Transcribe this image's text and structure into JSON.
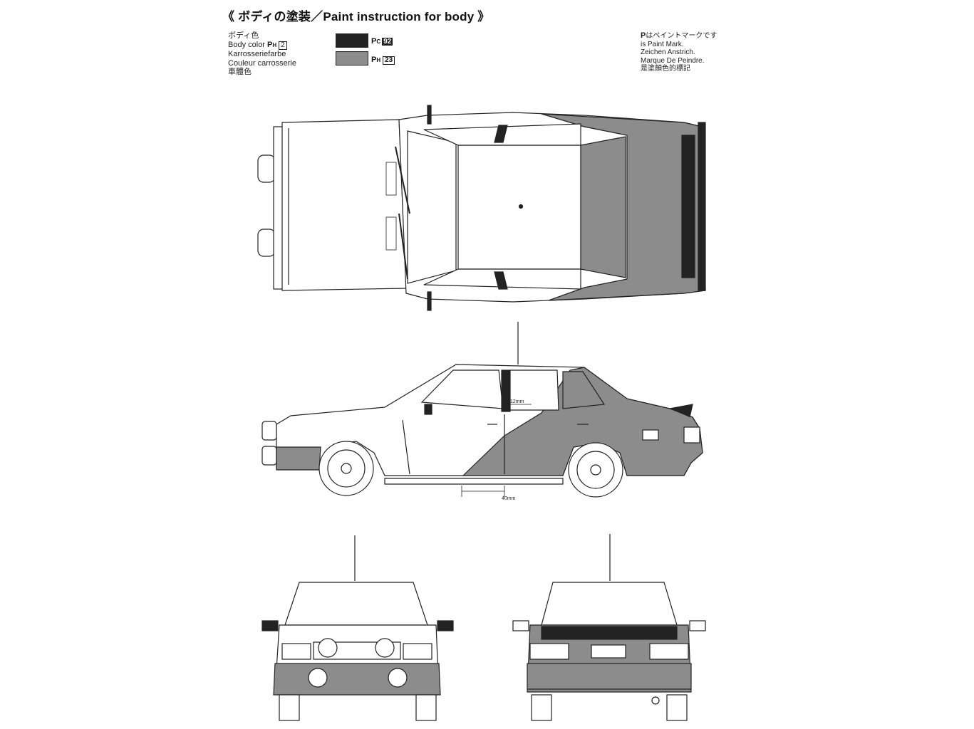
{
  "title": "《 ボディの塗装／Paint instruction for body 》",
  "body_color": {
    "labels": [
      "ボディ色",
      "Body color",
      "Karrosseriefarbe",
      "Couleur carrosserie",
      "車體色"
    ],
    "paint_code": "2"
  },
  "swatches": [
    {
      "color": "#232323",
      "code": "92",
      "code_prefix": "C"
    },
    {
      "color": "#8c8c8c",
      "code": "23",
      "code_prefix": "H"
    }
  ],
  "paint_mark": {
    "lines": [
      "はペイントマークです",
      "is Paint Mark.",
      "Zeichen Anstrich.",
      "Marque De Peindre.",
      "是塗顏色的標記"
    ]
  },
  "dimensions": {
    "side_stripe_top": "12mm",
    "side_stripe_bottom": "40mm"
  },
  "colors": {
    "outline": "#222222",
    "body_white": "#ffffff",
    "dark": "#232323",
    "grey": "#8c8c8c"
  }
}
